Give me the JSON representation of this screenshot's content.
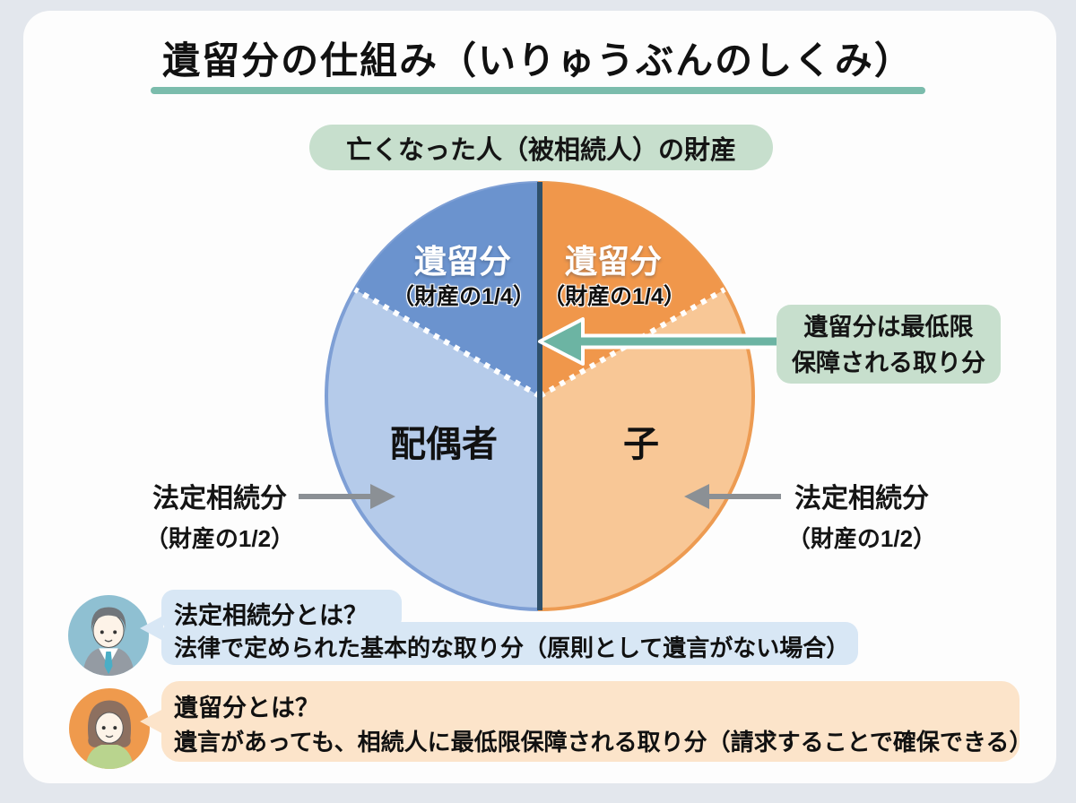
{
  "title": "遺留分の仕組み（いりゅうぶんのしくみ）",
  "estate_badge": "亡くなった人（被相続人）の財産",
  "pie": {
    "spouse": {
      "name": "配偶者",
      "reserved": "遺留分",
      "reserved_fraction": "（財産の1/4）"
    },
    "child": {
      "name": "子",
      "reserved": "遺留分",
      "reserved_fraction": "（財産の1/4）"
    },
    "statutory_left": {
      "label": "法定相続分",
      "fraction": "（財産の1/2）"
    },
    "statutory_right": {
      "label": "法定相続分",
      "fraction": "（財産の1/2）"
    }
  },
  "callout": {
    "line1": "遺留分は最低限",
    "line2": "保障される取り分"
  },
  "qa": [
    {
      "question": "法定相続分とは？",
      "answer": "法律で定められた基本的な取り分（原則として遺言がない場合）"
    },
    {
      "question": "遺留分とは？",
      "answer": "遺言があっても、相続人に最低限保障される取り分（請求することで確保できる）"
    }
  ],
  "colors": {
    "background": "#e3e7ed",
    "card": "#fdfdfd",
    "accent_teal": "#7bbcac",
    "green_light": "#c7dfcd",
    "blue_dark": "#6b93ce",
    "blue_light": "#b5cbea",
    "orange_dark": "#f0974b",
    "orange_light": "#f8c796",
    "divider": "#2f506b",
    "arrow_teal": "#6cb4a3",
    "arrow_gray": "#8b9095",
    "bubble_blue": "#d8e7f5",
    "bubble_orange": "#fce4ca"
  },
  "chart_data": {
    "type": "pie",
    "title": "亡くなった人（被相続人）の財産",
    "slices": [
      {
        "label": "配偶者",
        "value": 0.5,
        "note": "法定相続分（財産の1/2）",
        "reserved": {
          "label": "遺留分",
          "value": 0.25,
          "note": "財産の1/4"
        }
      },
      {
        "label": "子",
        "value": 0.5,
        "note": "法定相続分（財産の1/2）",
        "reserved": {
          "label": "遺留分",
          "value": 0.25,
          "note": "財産の1/4"
        }
      }
    ],
    "annotation": "遺留分は最低限保障される取り分",
    "legend_position": "none",
    "grid": false
  }
}
